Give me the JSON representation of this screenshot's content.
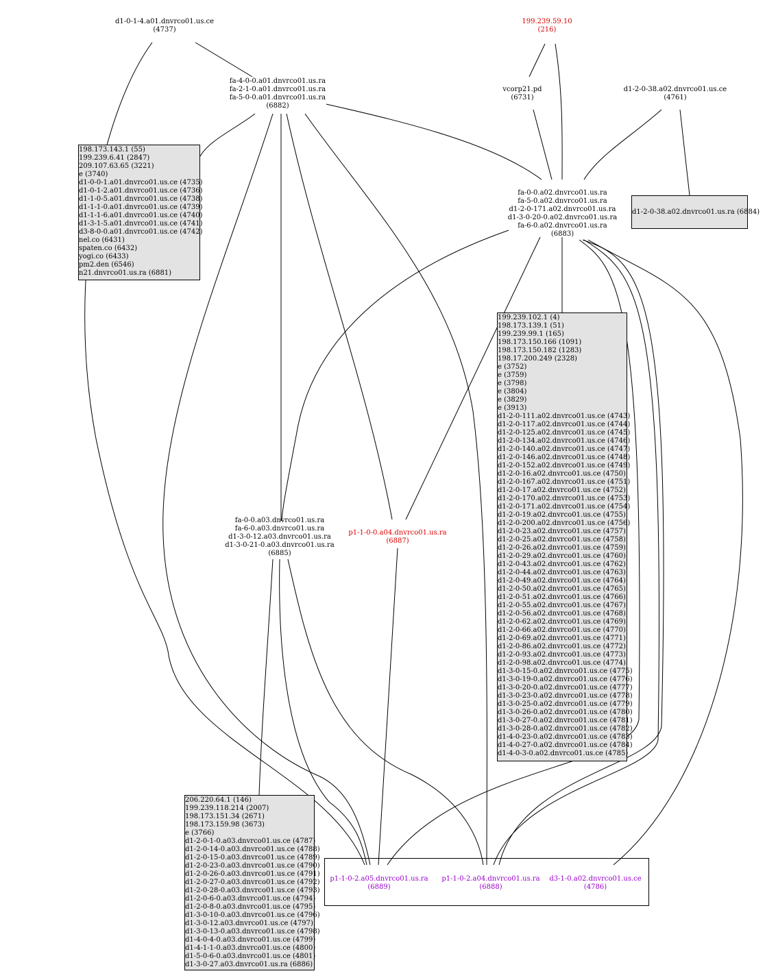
{
  "nodes": {
    "n4737": [
      "d1-0-1-4.a01.dnvrco01.us.ce",
      "(4737)"
    ],
    "n216": [
      "199.239.59.10",
      "(216)"
    ],
    "n6882": [
      "fa-4-0-0.a01.dnvrco01.us.ra",
      "fa-2-1-0.a01.dnvrco01.us.ra",
      "fa-5-0-0.a01.dnvrco01.us.ra",
      "(6882)"
    ],
    "n6731": [
      "vcorp21.pd",
      "(6731)"
    ],
    "n4761": [
      "d1-2-0-38.a02.dnvrco01.us.ce",
      "(4761)"
    ],
    "n6883": [
      "fa-0-0.a02.dnvrco01.us.ra",
      "fa-5-0.a02.dnvrco01.us.ra",
      "d1-2-0-171.a02.dnvrco01.us.ra",
      "d1-3-0-20-0.a02.dnvrco01.us.ra",
      "fa-6-0.a02.dnvrco01.us.ra",
      "(6883)"
    ],
    "n6885": [
      "fa-0-0.a03.dnvrco01.us.ra",
      "fa-6-0.a03.dnvrco01.us.ra",
      "d1-3-0-12.a03.dnvrco01.us.ra",
      "d1-3-0-21-0.a03.dnvrco01.us.ra",
      "(6885)"
    ],
    "n6887": [
      "p1-1-0-0.a04.dnvrco01.us.ra",
      "(6887)"
    ],
    "n6889": [
      "p1-1-0-2.a05.dnvrco01.us.ra",
      "(6889)"
    ],
    "n6888": [
      "p1-1-0-2.a04.dnvrco01.us.ra",
      "(6888)"
    ],
    "n4786": [
      "d3-1-0.a02.dnvrco01.us.ce",
      "(4786)"
    ]
  },
  "boxes": {
    "box_a01": [
      "198.173.143.1 (55)",
      "199.239.6.41 (2847)",
      "209.107.63.65 (3221)",
      "e (3740)",
      "d1-0-0-1.a01.dnvrco01.us.ce (4735)",
      "d1-0-1-2.a01.dnvrco01.us.ce (4736)",
      "d1-1-0-5.a01.dnvrco01.us.ce (4738)",
      "d1-1-1-0.a01.dnvrco01.us.ce (4739)",
      "d1-1-1-6.a01.dnvrco01.us.ce (4740)",
      "d1-3-1-5.a01.dnvrco01.us.ce (4741)",
      "d3-8-0-0.a01.dnvrco01.us.ce (4742)",
      "nel.co (6431)",
      "spaten.co (6432)",
      "yogi.co (6433)",
      "pm2.den (6546)",
      "n21.dnvrco01.us.ra (6881)"
    ],
    "box_6884": [
      "d1-2-0-38.a02.dnvrco01.us.ra (6884)"
    ],
    "box_a02": [
      "199.239.102.1 (4)",
      "198.173.139.1 (51)",
      "199.239.99.1 (165)",
      "198.173.150.166 (1091)",
      "198.173.150.182 (1283)",
      "198.17.200.249 (2328)",
      "e (3752)",
      "e (3759)",
      "e (3798)",
      "e (3804)",
      "e (3829)",
      "e (3913)",
      "d1-2-0-111.a02.dnvrco01.us.ce (4743)",
      "d1-2-0-117.a02.dnvrco01.us.ce (4744)",
      "d1-2-0-125.a02.dnvrco01.us.ce (4745)",
      "d1-2-0-134.a02.dnvrco01.us.ce (4746)",
      "d1-2-0-140.a02.dnvrco01.us.ce (4747)",
      "d1-2-0-146.a02.dnvrco01.us.ce (4748)",
      "d1-2-0-152.a02.dnvrco01.us.ce (4749)",
      "d1-2-0-16.a02.dnvrco01.us.ce (4750)",
      "d1-2-0-167.a02.dnvrco01.us.ce (4751)",
      "d1-2-0-17.a02.dnvrco01.us.ce (4752)",
      "d1-2-0-170.a02.dnvrco01.us.ce (4753)",
      "d1-2-0-171.a02.dnvrco01.us.ce (4754)",
      "d1-2-0-19.a02.dnvrco01.us.ce (4755)",
      "d1-2-0-200.a02.dnvrco01.us.ce (4756)",
      "d1-2-0-23.a02.dnvrco01.us.ce (4757)",
      "d1-2-0-25.a02.dnvrco01.us.ce (4758)",
      "d1-2-0-26.a02.dnvrco01.us.ce (4759)",
      "d1-2-0-29.a02.dnvrco01.us.ce (4760)",
      "d1-2-0-43.a02.dnvrco01.us.ce (4762)",
      "d1-2-0-44.a02.dnvrco01.us.ce (4763)",
      "d1-2-0-49.a02.dnvrco01.us.ce (4764)",
      "d1-2-0-50.a02.dnvrco01.us.ce (4765)",
      "d1-2-0-51.a02.dnvrco01.us.ce (4766)",
      "d1-2-0-55.a02.dnvrco01.us.ce (4767)",
      "d1-2-0-56.a02.dnvrco01.us.ce (4768)",
      "d1-2-0-62.a02.dnvrco01.us.ce (4769)",
      "d1-2-0-66.a02.dnvrco01.us.ce (4770)",
      "d1-2-0-69.a02.dnvrco01.us.ce (4771)",
      "d1-2-0-86.a02.dnvrco01.us.ce (4772)",
      "d1-2-0-93.a02.dnvrco01.us.ce (4773)",
      "d1-2-0-98.a02.dnvrco01.us.ce (4774)",
      "d1-3-0-15-0.a02.dnvrco01.us.ce (4775)",
      "d1-3-0-19-0.a02.dnvrco01.us.ce (4776)",
      "d1-3-0-20-0.a02.dnvrco01.us.ce (4777)",
      "d1-3-0-23-0.a02.dnvrco01.us.ce (4778)",
      "d1-3-0-25-0.a02.dnvrco01.us.ce (4779)",
      "d1-3-0-26-0.a02.dnvrco01.us.ce (4780)",
      "d1-3-0-27-0.a02.dnvrco01.us.ce (4781)",
      "d1-3-0-28-0.a02.dnvrco01.us.ce (4782)",
      "d1-4-0-23-0.a02.dnvrco01.us.ce (4783)",
      "d1-4-0-27-0.a02.dnvrco01.us.ce (4784)",
      "d1-4-0-3-0.a02.dnvrco01.us.ce (4785)"
    ],
    "box_a03": [
      "206.220.64.1 (146)",
      "199.239.118.214 (2007)",
      "198.173.151.34 (2671)",
      "198.173.159.98 (3673)",
      "e (3766)",
      "d1-2-0-1-0.a03.dnvrco01.us.ce (4787)",
      "d1-2-0-14-0.a03.dnvrco01.us.ce (4788)",
      "d1-2-0-15-0.a03.dnvrco01.us.ce (4789)",
      "d1-2-0-23-0.a03.dnvrco01.us.ce (4790)",
      "d1-2-0-26-0.a03.dnvrco01.us.ce (4791)",
      "d1-2-0-27-0.a03.dnvrco01.us.ce (4792)",
      "d1-2-0-28-0.a03.dnvrco01.us.ce (4793)",
      "d1-2-0-6-0.a03.dnvrco01.us.ce (4794)",
      "d1-2-0-8-0.a03.dnvrco01.us.ce (4795)",
      "d1-3-0-10-0.a03.dnvrco01.us.ce (4796)",
      "d1-3-0-12.a03.dnvrco01.us.ce (4797)",
      "d1-3-0-13-0.a03.dnvrco01.us.ce (4798)",
      "d1-4-0-4-0.a03.dnvrco01.us.ce (4799)",
      "d1-4-1-1-0.a03.dnvrco01.us.ce (4800)",
      "d1-5-0-6-0.a03.dnvrco01.us.ce (4801)",
      "d1-3-0-27.a03.dnvrco01.us.ra (6886)"
    ]
  },
  "colors": {
    "edge": "#000000",
    "box_fill": "#e3e3e3",
    "highlight_red": "#dd0000",
    "highlight_purple": "#9900cc"
  }
}
